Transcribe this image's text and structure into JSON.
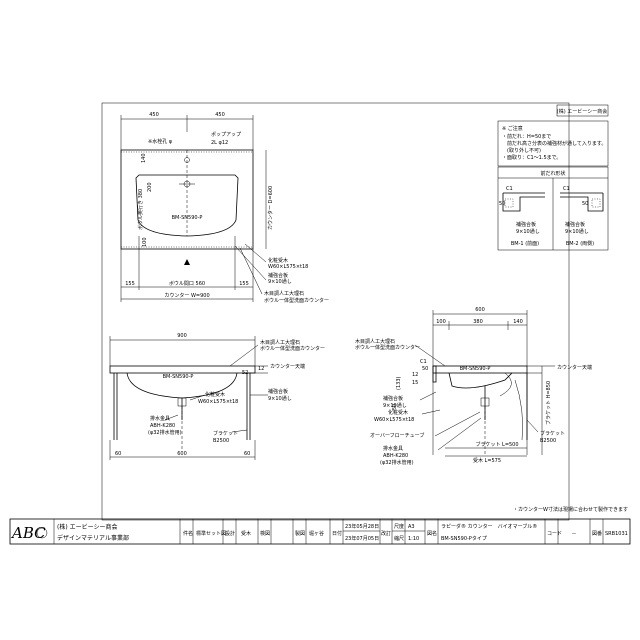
{
  "company_box": "(株) エービーシー商会",
  "notes": {
    "title": "※ ご注意",
    "lines": [
      "・前だれ：H=50まで",
      "　前だれ高さ分表の補強材が通して入ります。",
      "　(取り外し不可)",
      "・面取り：C1～1.5まで。"
    ]
  },
  "edge_detail": {
    "title": "前だれ形状",
    "left": {
      "c1": "C1",
      "dim": "50",
      "hosyo": "補強合板",
      "size": "9×10通し",
      "caption": "BM-1 (前面)"
    },
    "right": {
      "c1": "C1",
      "dim": "50",
      "hosyo": "補強合板",
      "size": "9×10通し",
      "caption": "BM-2 (両側)"
    }
  },
  "plan_view": {
    "dim_left": "450",
    "dim_right": "450",
    "faucet_hole": "※水栓孔 φ",
    "popup": "ポップアップ",
    "popup_size": "2L φ12",
    "d140": "140",
    "d200": "200",
    "model": "BM-SN590-P",
    "bowl_depth": "ボウル奥行き 380",
    "counter_depth": "カウンター D=600",
    "d100": "100",
    "d155l": "155",
    "d155r": "155",
    "bowl_width": "ボウル間口 560",
    "counter_width": "カウンター W=900",
    "keshou": "化粧受木",
    "keshou_size": "W60×L575×t18",
    "hosyo": "補強合板",
    "hosyo_size": "9×10通し",
    "mokusei": "木目調人工大理石",
    "mokusei2": "ボウル一体型洗面カウンター"
  },
  "front_view": {
    "dim_top": "900",
    "mokusei": "木目調人工大理石",
    "mokusei2": "ボウル一体型洗面カウンター",
    "d12": "12",
    "model": "BM-SN590-P",
    "top_label": "カウンター天端",
    "keshou": "化粧受木",
    "keshou_size": "W60×L575×t18",
    "hosyo": "補強合板",
    "hosyo_size": "9×10通し",
    "drain": "排水金具",
    "drain_model": "ABH-K280",
    "drain_note": "(φ32排水管用)",
    "bracket": "ブラケット",
    "bracket_model": "B2500",
    "d60l": "60",
    "d60r": "60",
    "dim_bottom": "600"
  },
  "side_view": {
    "dim_top": "600",
    "d100": "100",
    "d380": "380",
    "d140": "140",
    "mokusei": "木目調人工大理石",
    "mokusei2": "ボウル一体型洗面カウンター",
    "c1": "C1",
    "d50": "50",
    "d12": "12",
    "d15": "15",
    "d133": "(133)",
    "d50b": "50",
    "model": "BM-SN590-P",
    "top_label": "カウンター天端",
    "hosyo": "補強合板",
    "hosyo_size": "9×10通し",
    "keshou": "化粧受木",
    "keshou_size": "W60×L575×t18",
    "overflow": "オーバーフローチューブ",
    "drain": "排水金具",
    "drain_model": "ABH-K280",
    "drain_note": "(φ32排水管用)",
    "bracket": "ブラケット",
    "bracket_model": "B2500",
    "bracket_len": "ブラケット L=500",
    "receiver": "受木 L=575",
    "height": "ブラケット H=850"
  },
  "footer_note": "・カウンターW寸法は現場に合わせて製作できます",
  "title_block": {
    "company1": "(株) エービーシー商会",
    "company2": "デザインマテリアル事業部",
    "c_kenmei": "件名",
    "v_kenmei": "標準セット図",
    "c_sekkei": "設計",
    "v_sekkei": "受木",
    "c_kentou": "検図",
    "v_kentou": "",
    "c_seizu": "製図",
    "v_seizu": "堀ヶ谷",
    "c_date": "日付",
    "date1": "23年05月28日",
    "date2": "23年07月05日",
    "c_kaitei": "改訂",
    "c_scale": "縮尺",
    "c_size": "尺度",
    "v_size": "A3",
    "v_scale": "1:10",
    "c_name": "図名",
    "v_name1": "ラピーダ® カウンター　バイオマーブル®",
    "v_name2": "BM-SN590-Pタイプ",
    "c_code": "コード",
    "v_code": "－",
    "c_zuban": "図番",
    "v_zuban": "SRB1031"
  }
}
